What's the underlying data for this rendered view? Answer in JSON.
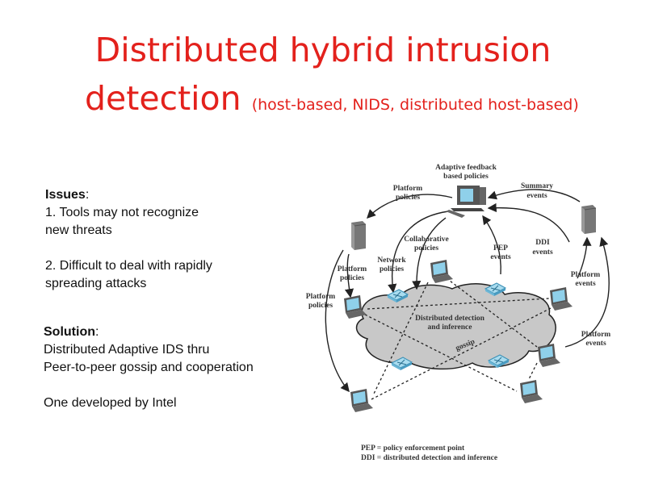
{
  "title": {
    "line1": "Distributed hybrid intrusion",
    "line2": "detection",
    "subtitle": "(host-based, NIDS, distributed host-based)"
  },
  "issues": {
    "heading": "Issues",
    "colon": ":",
    "item1_line1": "1. Tools may not recognize",
    "item1_line2": "new threats",
    "item2_line1": "2. Difficult to deal with rapidly",
    "item2_line2": "spreading attacks"
  },
  "solution": {
    "heading": "Solution",
    "colon": ":",
    "line1": "Distributed Adaptive IDS thru",
    "line2": "Peer-to-peer gossip and cooperation",
    "line3": "One developed by Intel"
  },
  "diagram": {
    "adaptive_1": "Adaptive feedback",
    "adaptive_2": "based policies",
    "platform_policies_top_1": "Platform",
    "platform_policies_top_2": "policies",
    "summary_1": "Summary",
    "summary_2": "events",
    "collab_1": "Collaborative",
    "collab_2": "policies",
    "network_1": "Network",
    "network_2": "policies",
    "pep_1": "PEP",
    "pep_2": "events",
    "ddi_1": "DDI",
    "ddi_2": "events",
    "platform_policies_left_1": "Platform",
    "platform_policies_left_2": "policies",
    "platform_policies_far_1": "Platform",
    "platform_policies_far_2": "policies",
    "platform_events_right_1": "Platform",
    "platform_events_right_2": "events",
    "platform_events_low_1": "Platform",
    "platform_events_low_2": "events",
    "cloud_1": "Distributed detection",
    "cloud_2": "and inference",
    "gossip": "gossip",
    "legend_pep": "PEP = policy enforcement point",
    "legend_ddi": "DDI = distributed detection and inference"
  }
}
